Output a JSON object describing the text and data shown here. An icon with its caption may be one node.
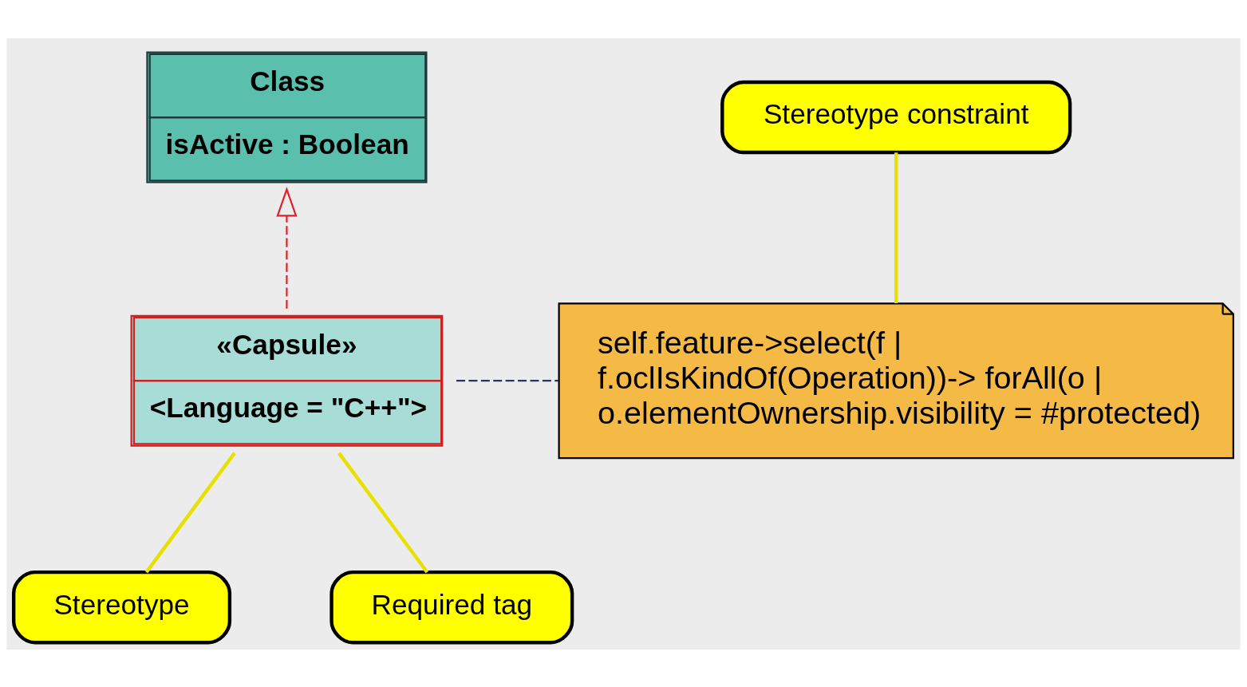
{
  "diagram": {
    "nodes": [
      {
        "text": [
          "Class",
          "isActive : Boolean"
        ]
      },
      {
        "text": [
          "«Capsule»",
          "<Language = \"C++\">"
        ]
      },
      {
        "text": [
          "self.feature->select(f | f.oclIsKindOf(Operation))-> forAll(o | o.elementOwnership.visibility = #protected)"
        ]
      },
      {
        "text": [
          "Stereotype constraint"
        ]
      },
      {
        "text": [
          "Stereotype"
        ]
      },
      {
        "text": [
          "Required tag"
        ]
      }
    ],
    "edges": [
      {
        "from": 1,
        "to": 0,
        "arrow": "to",
        "style": "dashed",
        "color": "#e0202a"
      },
      {
        "from": 1,
        "to": 2,
        "arrow": "none",
        "style": "dashed",
        "color": "#303060"
      },
      {
        "from": 3,
        "to": 2,
        "arrow": "none",
        "color": "#e8e000"
      },
      {
        "from": 4,
        "to": 1,
        "arrow": "none",
        "color": "#e8e000"
      },
      {
        "from": 5,
        "to": 1,
        "arrow": "none",
        "color": "#e8e000"
      }
    ]
  }
}
